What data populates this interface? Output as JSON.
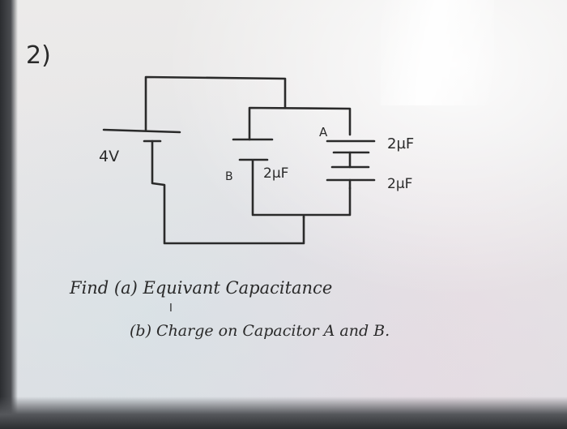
{
  "problem": {
    "number": "2)"
  },
  "circuit": {
    "source_label": "4V",
    "capacitor_b_label": "B",
    "capacitor_b_value": "2µF",
    "capacitor_a_label": "A",
    "capacitor_a_value": "2µF",
    "capacitor_lower_value": "2µF"
  },
  "questions": {
    "line_a": "Find (a) Equivant Capacitance",
    "line_b": "(b) Charge on Capacitor A and B."
  },
  "cursor": {
    "glyph": "I"
  }
}
